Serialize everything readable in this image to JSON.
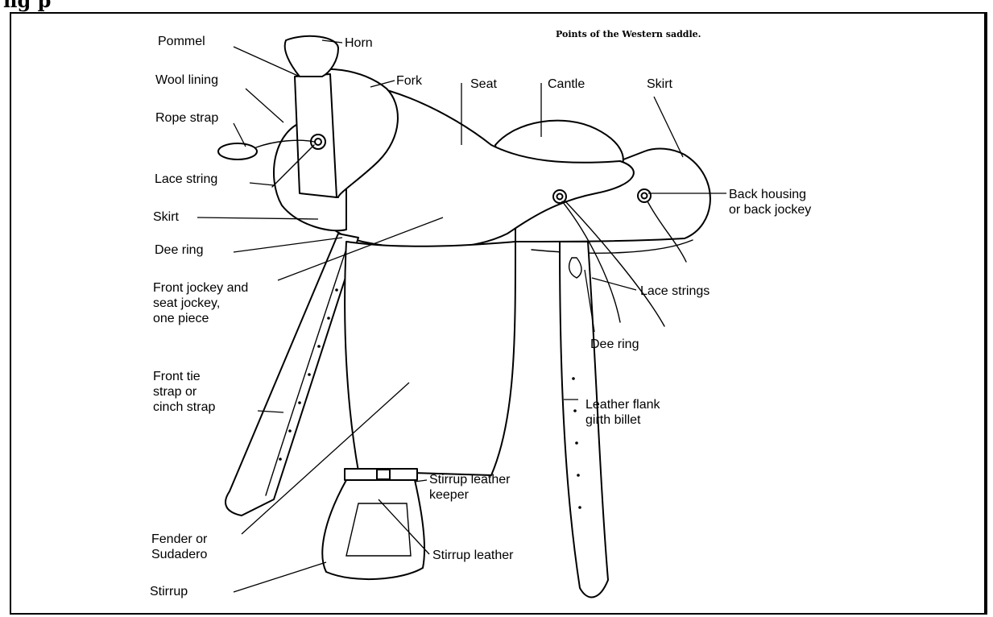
{
  "heading_fragment": "ng p",
  "title": "Points of the Western saddle.",
  "labels": {
    "pommel": "Pommel",
    "horn": "Horn",
    "wool_lining": "Wool lining",
    "fork": "Fork",
    "seat": "Seat",
    "cantle": "Cantle",
    "skirt_back": "Skirt",
    "rope_strap": "Rope strap",
    "lace_string": "Lace string",
    "back_housing": "Back housing\nor back jockey",
    "skirt_front": "Skirt",
    "dee_ring_front": "Dee ring",
    "front_jockey": "Front jockey and\nseat jockey,\none piece",
    "lace_strings": "Lace strings",
    "dee_ring_rear": "Dee ring",
    "front_tie": "Front tie\nstrap or\ncinch strap",
    "leather_flank": "Leather flank\ngirth billet",
    "stirrup_keeper": "Stirrup leather\nkeeper",
    "fender": "Fender or\nSudadero",
    "stirrup_leather": "Stirrup leather",
    "stirrup": "Stirrup"
  }
}
